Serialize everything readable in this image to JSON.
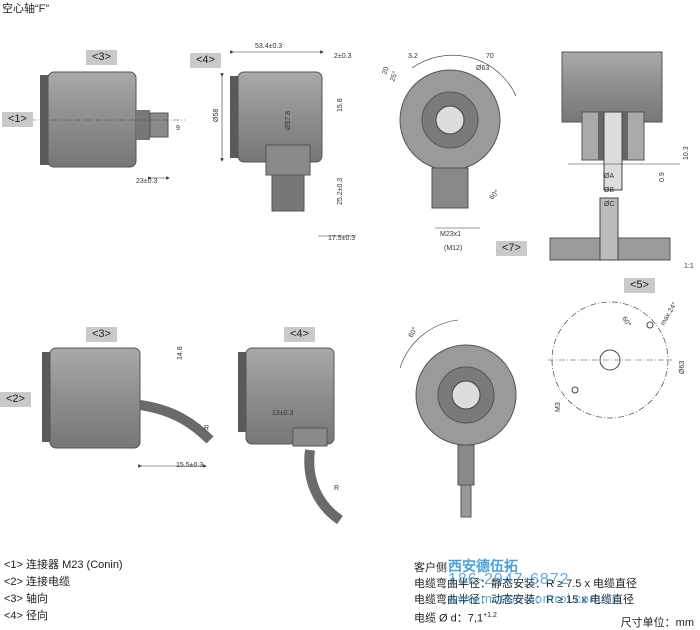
{
  "title": "空心轴“F”",
  "tags": {
    "t1": "<1>",
    "t2": "<2>",
    "t3a": "<3>",
    "t3b": "<3>",
    "t4a": "<4>",
    "t4b": "<4>",
    "t5": "<5>",
    "t7": "<7>"
  },
  "dims": {
    "d23": "23±0.3",
    "d9": "9",
    "d534": "53.4±0.3",
    "d2": "2±0.3",
    "d58": "Ø58",
    "d578": "Ø57.8",
    "d158": "15.8",
    "d252": "25.2±0.3",
    "d175": "17.5±0.3",
    "d70": "70",
    "d63": "Ø63",
    "d32": "3.2",
    "d20": "20",
    "d25": "25°",
    "d60a": "60°",
    "dm23": "M23x1",
    "dm12": "(M12)",
    "d103": "10.3",
    "d09": "0.9",
    "dA": "ØA",
    "dB": "ØB",
    "dC": "ØC",
    "d148": "14.8",
    "d155": "15.5±0.3",
    "d13": "13±0.3",
    "dR1": "R",
    "dR2": "R",
    "d60b": "60°",
    "d60c": "60°",
    "dmax": "max.24°",
    "d63b": "Ø63",
    "dM3": "M3",
    "d11": "1:1"
  },
  "legend": [
    "<1>   连接器 M23 (Conin)",
    "<2>   连接电缆",
    "<3>   轴向",
    "<4>   径向"
  ],
  "notes": [
    "客户侧",
    "电缆弯曲半径：静态安装：R ≥ 7.5 x 电缆直径",
    "电缆弯曲半径：动态安装：R ≥ 15 x 电缆直径",
    "电缆 Ø d：7,1"
  ],
  "notes_sup": "+1.2",
  "units": "尺寸单位：mm",
  "watermark": {
    "name": "西安德伍拓",
    "phone": "186-2947-6872",
    "url": "www.motion-control.com.cn"
  },
  "colors": {
    "body": "#8f8f8f",
    "dark": "#5e5e5e",
    "light": "#b5b5b5",
    "tag": "#c9c9c9",
    "watermark": "#2b8fd6"
  }
}
